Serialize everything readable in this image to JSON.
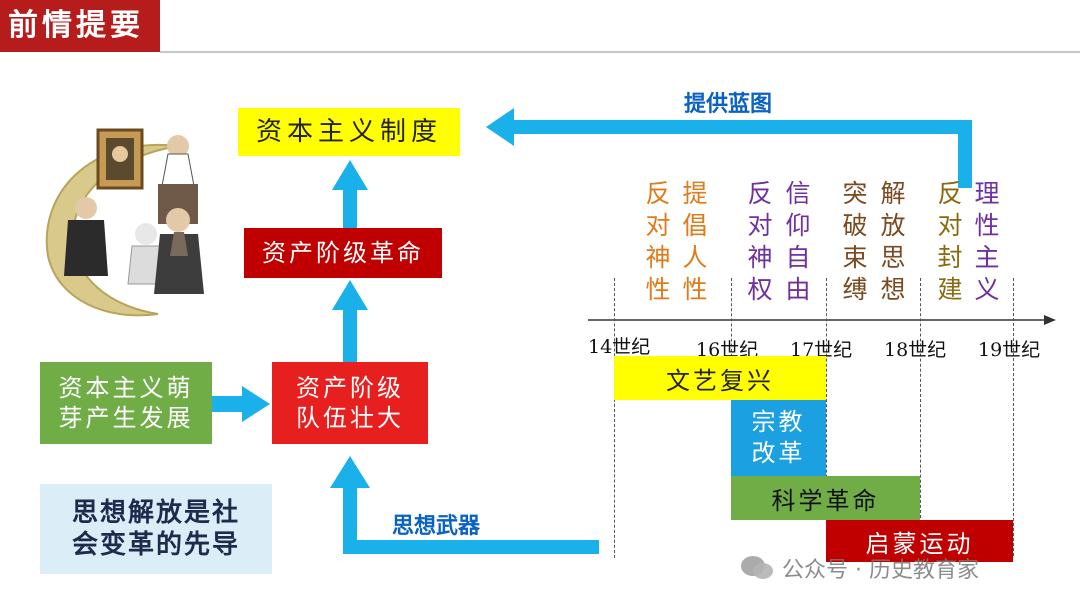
{
  "header": {
    "title": "前情提要"
  },
  "flow": {
    "capitalist_system": "资本主义制度",
    "bourgeois_revolution": "资产阶级革命",
    "bourgeoisie_growth_line1": "资产阶级",
    "bourgeoisie_growth_line2": "队伍壮大",
    "capitalism_sprouts_line1": "资本主义萌",
    "capitalism_sprouts_line2": "芽产生发展",
    "label_blueprint": "提供蓝图",
    "label_weapon": "思想武器",
    "conclusion_line1": "思想解放是社",
    "conclusion_line2": "会变革的先导"
  },
  "timeline": {
    "centuries": [
      "14世纪",
      "16世纪",
      "17世纪",
      "18世纪",
      "19世纪"
    ],
    "movements": {
      "renaissance": "文艺复兴",
      "reformation_line1": "宗教",
      "reformation_line2": "改革",
      "scientific_revolution": "科学革命",
      "enlightenment": "启蒙运动"
    },
    "ideas": {
      "renaissance_a": "反对神性",
      "renaissance_b": "提倡人性",
      "reformation_a": "反对神权",
      "reformation_b": "信仰自由",
      "science_a": "突破束缚",
      "science_b": "解放思想",
      "enlight_a": "反对封建",
      "enlight_b": "理性主义"
    }
  },
  "watermark": "公众号 · 历史教育家",
  "colors": {
    "header_red": "#b71c1c",
    "arrow_blue": "#1ab0ea",
    "yellow": "#ffff00",
    "dark_red": "#c00000",
    "bright_red": "#e81f1f",
    "green": "#70ad47",
    "light_blue": "#dbeef8",
    "reform_blue": "#1ba0e2",
    "idea_orange": "#e07b1a",
    "idea_purple": "#7030a0",
    "idea_brown": "#7a4a20",
    "idea_olive": "#8a6a10"
  }
}
